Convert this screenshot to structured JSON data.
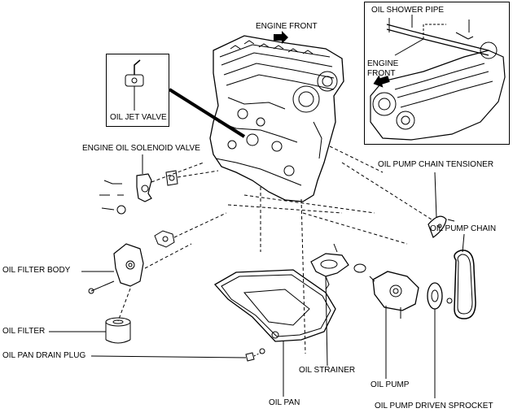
{
  "labels": {
    "engine_front": "ENGINE FRONT",
    "oil_shower_pipe": "OIL SHOWER PIPE",
    "engine_front_inset_line1": "ENGINE",
    "engine_front_inset_line2": "FRONT",
    "oil_jet_valve": "OIL JET VALVE",
    "engine_oil_solenoid_valve": "ENGINE OIL SOLENOID VALVE",
    "oil_pump_chain_tensioner": "OIL PUMP CHAIN TENSIONER",
    "oil_pump_chain": "OIL PUMP CHAIN",
    "oil_filter_body": "OIL FILTER BODY",
    "oil_filter": "OIL FILTER",
    "oil_pan_drain_plug": "OIL PAN DRAIN PLUG",
    "oil_strainer": "OIL STRAINER",
    "oil_pump": "OIL PUMP",
    "oil_pan": "OIL PAN",
    "oil_pump_driven_sprocket": "OIL PUMP DRIVEN SPROCKET"
  },
  "colors": {
    "ink": "#000000",
    "paper": "#ffffff",
    "shade": "#d9d9d9"
  }
}
